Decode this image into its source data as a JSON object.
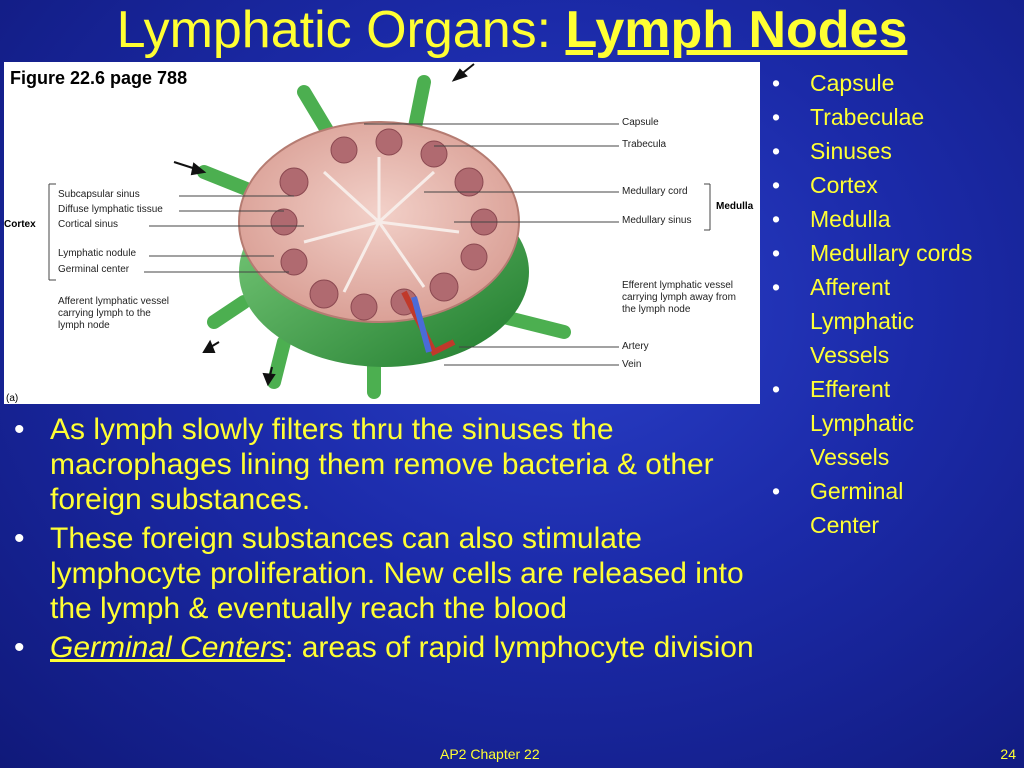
{
  "slide": {
    "title_plain": "Lymphatic Organs: ",
    "title_bold": "Lymph Nodes"
  },
  "figure": {
    "caption": "Figure 22.6 page 788",
    "panel_letter": "(a)",
    "labels": {
      "capsule": "Capsule",
      "trabecula": "Trabecula",
      "medullary_cord": "Medullary cord",
      "medullary_sinus": "Medullary sinus",
      "medulla": "Medulla",
      "subcapsular_sinus": "Subcapsular sinus",
      "diffuse_lymphatic_tissue": "Diffuse lymphatic tissue",
      "cortical_sinus": "Cortical sinus",
      "cortex": "Cortex",
      "lymphatic_nodule": "Lymphatic nodule",
      "germinal_center": "Germinal center",
      "afferent_1": "Afferent lymphatic vessel",
      "afferent_2": "carrying lymph to the",
      "afferent_3": "lymph node",
      "efferent_1": "Efferent lymphatic vessel",
      "efferent_2": "carrying lymph away from",
      "efferent_3": "the lymph node",
      "artery": "Artery",
      "vein": "Vein"
    }
  },
  "right_list": [
    "Capsule",
    "Trabeculae",
    "Sinuses",
    "Cortex",
    "Medulla",
    "Medullary cords",
    "Afferent Lymphatic Vessels",
    "Efferent Lymphatic Vessels",
    "Germinal Center"
  ],
  "bottom_list": {
    "item1": "As lymph slowly filters thru the sinuses the macrophages lining them remove bacteria & other foreign substances.",
    "item2": "These foreign substances can also stimulate lymphocyte proliferation.  New cells are released into the lymph & eventually reach the blood",
    "item3_em": "Germinal Centers",
    "item3_rest": ": areas of rapid lymphocyte division"
  },
  "footer": {
    "center": "AP2 Chapter 22",
    "page": "24"
  },
  "colors": {
    "background": "#1b2aa8",
    "title_text": "#ffff33",
    "node_green": "#3aa64a",
    "node_pink": "#e8b9b0"
  }
}
